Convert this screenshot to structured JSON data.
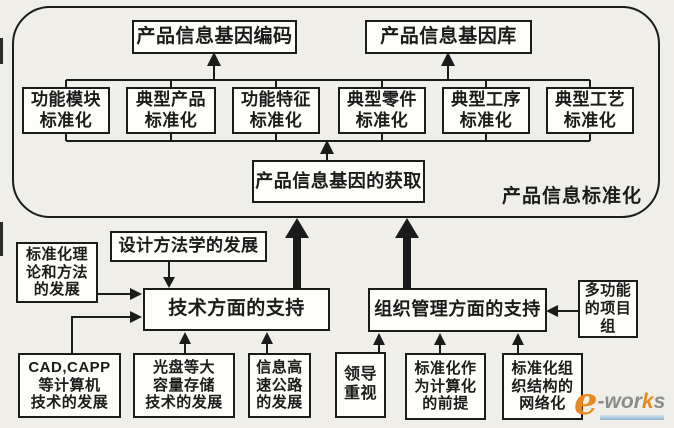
{
  "diagram": {
    "region_label": "产品信息标准化",
    "nodes": {
      "gene_coding": "产品信息基因编码",
      "gene_library": "产品信息基因库",
      "func_module": "功能模块\n标准化",
      "typical_product": "典型产品\n标准化",
      "func_feature": "功能特征\n标准化",
      "typical_part": "典型零件\n标准化",
      "typical_process": "典型工序\n标准化",
      "typical_craft": "典型工艺\n标准化",
      "acquisition": "产品信息基因的获取",
      "theory": "标准化理\n论和方法\n的发展",
      "design_method": "设计方法学的发展",
      "tech_support": "技术方面的支持",
      "org_support": "组织管理方面的支持",
      "multi_project": "多功能\n的项目\n组",
      "cad": "CAD,CAPP\n等计算机\n技术的发展",
      "storage": "光盘等大\n容量存储\n技术的发展",
      "highway": "信息高\n速公路\n的发展",
      "leadership": "领导\n重视",
      "premise": "标准化作\n为计算化\n的前提",
      "network": "标准化组\n织结构的\n网络化"
    }
  },
  "logo": {
    "e": "e",
    "part1": "-wor",
    "part2": "k",
    "part3": "s",
    "colors": {
      "orange": "#e8891f",
      "gray": "#8b8b8b",
      "underline": "#8fb6d4"
    }
  },
  "colors": {
    "ink": "#1b1b1b",
    "paper": "#efeee9",
    "box_fill": "#fdfdfa"
  }
}
